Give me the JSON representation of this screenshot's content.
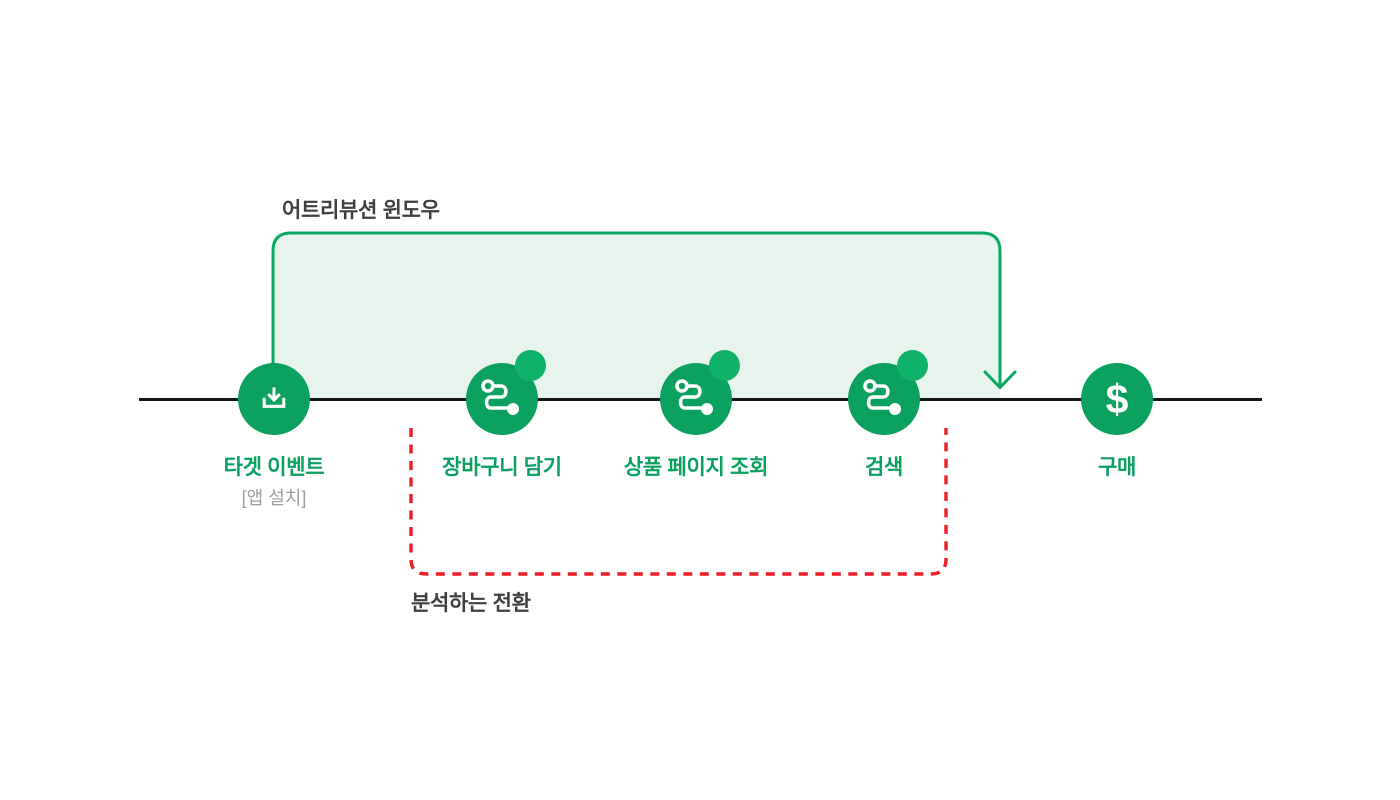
{
  "diagram": {
    "attribution_window_label": "어트리뷰션 윈도우",
    "analyzed_conversions_label": "분석하는 전환",
    "nodes": [
      {
        "label": "타겟 이벤트",
        "sublabel": "[앱 설치]",
        "icon": "download",
        "badge": false
      },
      {
        "label": "장바구니 담기",
        "icon": "route",
        "badge": true
      },
      {
        "label": "상품 페이지 조회",
        "icon": "route",
        "badge": true
      },
      {
        "label": "검색",
        "icon": "route",
        "badge": true
      },
      {
        "label": "구매",
        "icon": "dollar",
        "icon_char": "$",
        "badge": false
      }
    ],
    "colors": {
      "node_green": "#0aa05e",
      "badge_green": "#10b168",
      "label_green": "#0aa05f",
      "window_fill": "#e6f4ed",
      "window_border": "#09a963",
      "analyzed_red": "#ee1c25",
      "text_dark": "#3f3f3f",
      "text_gray": "#9d9d9d",
      "timeline_black": "#161616"
    }
  }
}
